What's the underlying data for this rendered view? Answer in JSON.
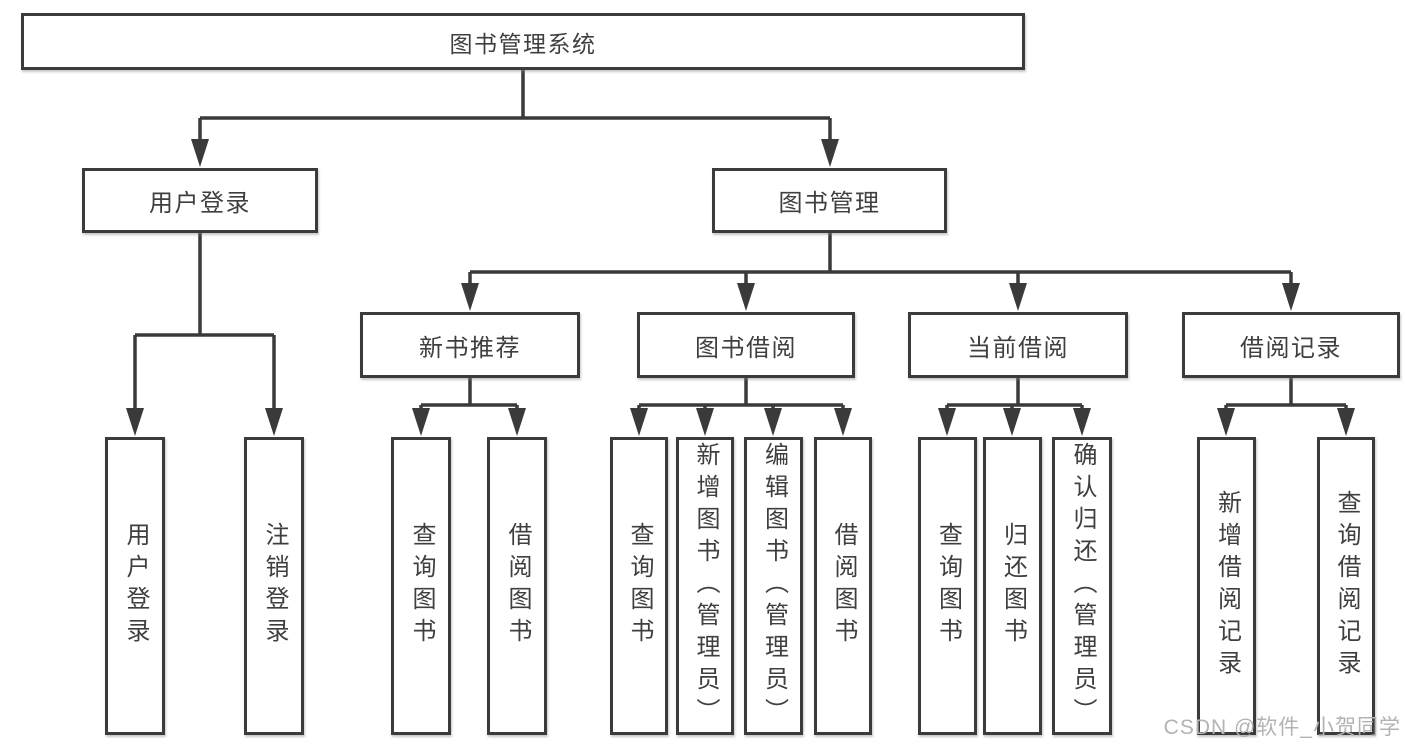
{
  "colors": {
    "line": "#3a3a3a",
    "box_border": "#3b3b3b",
    "text": "#3f3f3f",
    "box_background": "#ffffff",
    "page_background": "#ffffff",
    "watermark": "#b3b3b3"
  },
  "nodes": {
    "root": {
      "label": "图书管理系统"
    },
    "level2": [
      {
        "label": "用户登录"
      },
      {
        "label": "图书管理"
      }
    ],
    "level3": [
      {
        "label": "新书推荐"
      },
      {
        "label": "图书借阅"
      },
      {
        "label": "当前借阅"
      },
      {
        "label": "借阅记录"
      }
    ],
    "leaves": {
      "user_login": [
        "用户登录",
        "注销登录"
      ],
      "new_book": [
        "查询图书",
        "借阅图书"
      ],
      "book_borrow": [
        "查询图书",
        "新增图书（管理员）",
        "编辑图书（管理员）",
        "借阅图书"
      ],
      "current_borrow": [
        "查询图书",
        "归还图书",
        "确认归还（管理员）"
      ],
      "borrow_records": [
        "新增借阅记录",
        "查询借阅记录"
      ]
    }
  },
  "watermark": {
    "text": "CSDN @软件_小贺同学"
  }
}
